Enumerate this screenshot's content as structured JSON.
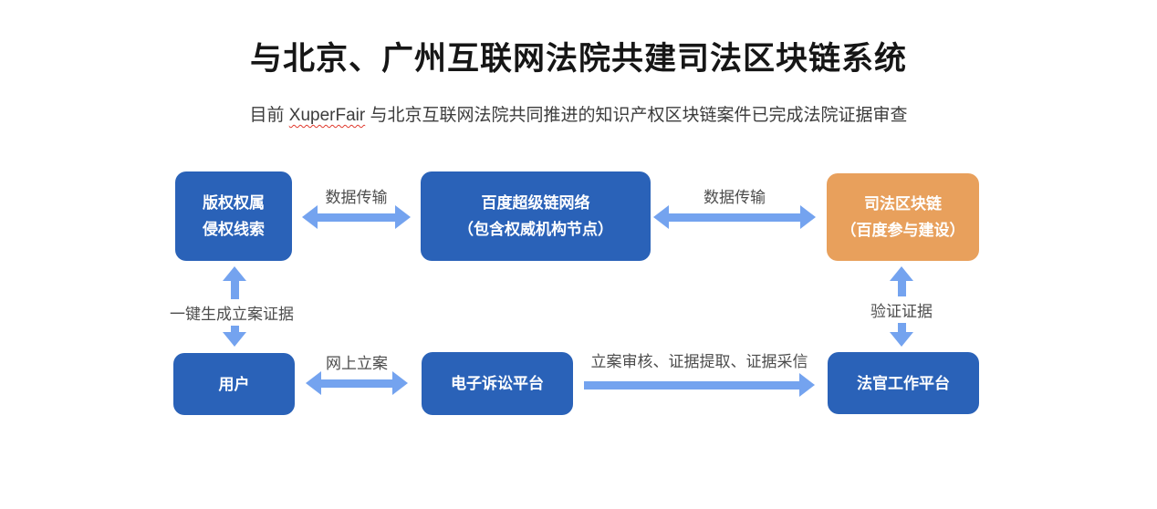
{
  "header": {
    "title": "与北京、广州互联网法院共建司法区块链系统",
    "subtitle": {
      "prefix": "目前 ",
      "highlight": "XuperFair",
      "suffix": " 与北京互联网法院共同推进的知识产权区块链案件已完成法院证据审查"
    }
  },
  "colors": {
    "node_blue": "#2a62b8",
    "node_orange": "#e8a05c",
    "arrow_blue": "#74a3ef",
    "label_gray": "#4d4d4d",
    "spellcheck_underline_red": "#e03a2e"
  },
  "diagram": {
    "nodes": {
      "copyright": {
        "line1": "版权权属",
        "line2": "侵权线索"
      },
      "xuperchain": {
        "line1": "百度超级链网络",
        "line2": "（包含权威机构节点）"
      },
      "judicial": {
        "line1": "司法区块链",
        "line2": "（百度参与建设）"
      },
      "user": {
        "line1": "用户"
      },
      "litigation": {
        "line1": "电子诉讼平台"
      },
      "judge": {
        "line1": "法官工作平台"
      }
    },
    "edge_labels": {
      "data_transfer_left": "数据传输",
      "data_transfer_right": "数据传输",
      "one_click_evidence": "一键生成立案证据",
      "verify_evidence": "验证证据",
      "online_filing": "网上立案",
      "case_review": "立案审核、证据提取、证据采信"
    }
  }
}
